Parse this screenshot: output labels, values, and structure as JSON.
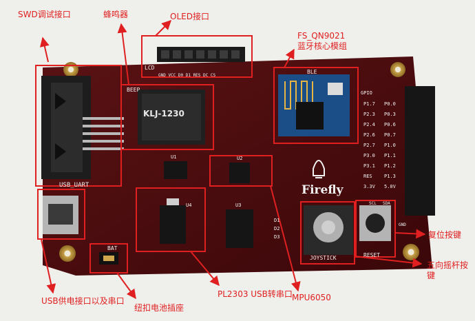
{
  "annotations": {
    "swd": "SWD调试接口",
    "buzzer": "蜂鸣器",
    "oled": "OLED接口",
    "ble_line1": "FS_QN9021",
    "ble_line2": "蓝牙核心模组",
    "reset_key": "复位按键",
    "joystick_line1": "五向摇杆按",
    "joystick_line2": "键",
    "usb": "USB供电接口以及串口",
    "battery": "纽扣电池插座",
    "pl2303": "PL2303 USB转串口",
    "mpu": "MPU6050"
  },
  "board": {
    "lcd": "LCD",
    "oled_pins": "GND VCC D0  D1  RES DC  CS",
    "beep": "BEEP",
    "buzzer_model": "KLJ-1230",
    "ble": "BLE",
    "gpio": "GPIO",
    "gpio_left": [
      "P1.7",
      "P2.3",
      "P2.4",
      "P2.6",
      "P2.7",
      "P3.0",
      "P3.1",
      "RES",
      "3.3V"
    ],
    "gpio_right": [
      "P0.0",
      "P0.3",
      "P0.6",
      "P0.7",
      "P1.0",
      "P1.1",
      "P1.2",
      "P1.3",
      "5.0V"
    ],
    "scl": "SCL",
    "sda": "SDA",
    "gnd": "GND",
    "u1": "U1",
    "u2": "U2",
    "u3": "U3",
    "u4": "U4",
    "d1": "D1",
    "d2": "D2",
    "d3": "D3",
    "usb_uart": "USB_UART",
    "bat": "BAT",
    "brand": "Firefly",
    "joystick": "JOYSTICK",
    "reset": "RESET"
  },
  "colors": {
    "pcb": "#4a0b0d",
    "annotation": "#e02020",
    "silkscreen": "#f2f2f2"
  }
}
